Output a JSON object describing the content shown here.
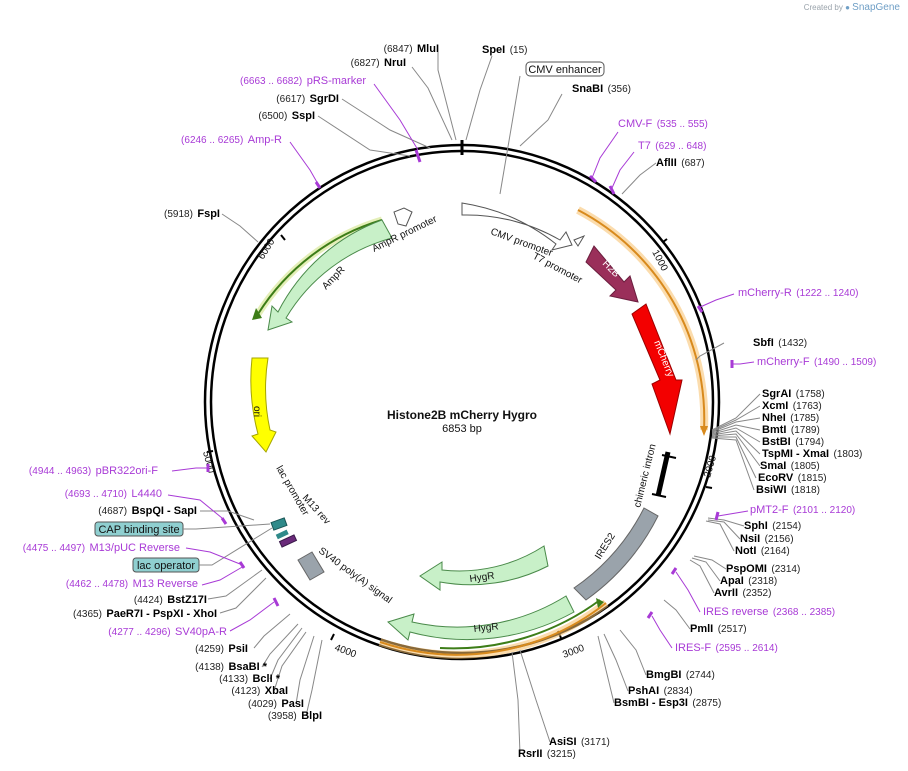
{
  "credit": {
    "text": "Created by",
    "brand": "SnapGene"
  },
  "plasmid": {
    "name": "Histone2B mCherry Hygro",
    "length_label": "6853 bp"
  },
  "ticks": [
    "1000",
    "2000",
    "3000",
    "4000",
    "5000",
    "6000"
  ],
  "features": {
    "cmv_promoter": "CMV promoter",
    "t7_promoter": "T7 promoter",
    "h2b": "H2B",
    "mcherry": "mCherry",
    "chimeric_intron": "chimeric intron",
    "ires2": "IRES2",
    "hygr_a": "HygR",
    "hygr_b": "HygR",
    "sv40": "SV40 poly(A) signal",
    "m13rev": "M13 rev",
    "lac_promoter": "lac promoter",
    "ori": "ori",
    "ampr": "AmpR",
    "ampr_promoter": "AmpR promoter"
  },
  "boxed_labels": {
    "cmv_enhancer": "CMV enhancer",
    "cap_site": "CAP binding site",
    "lac_operator": "lac operator"
  },
  "enzymes": {
    "mlui": {
      "num": "(6847)",
      "name": "MluI"
    },
    "nrui": {
      "num": "(6827)",
      "name": "NruI"
    },
    "spei": {
      "num": "(15)",
      "name": "SpeI"
    },
    "snabi": {
      "num": "(356)",
      "name": "SnaBI"
    },
    "sgrdi": {
      "num": "(6617)",
      "name": "SgrDI"
    },
    "sspi": {
      "num": "(6500)",
      "name": "SspI"
    },
    "aflii": {
      "num": "(687)",
      "name": "AflII"
    },
    "fspi": {
      "num": "(5918)",
      "name": "FspI"
    },
    "sbfi": {
      "num": "(1432)",
      "name": "SbfI"
    },
    "sgrai": {
      "num": "(1758)",
      "name": "SgrAI"
    },
    "xcmi": {
      "num": "(1763)",
      "name": "XcmI"
    },
    "nhei": {
      "num": "(1785)",
      "name": "NheI"
    },
    "bmti": {
      "num": "(1789)",
      "name": "BmtI"
    },
    "bstbi": {
      "num": "(1794)",
      "name": "BstBI"
    },
    "tspmi": {
      "num": "(1803)",
      "name": "TspMI  -  XmaI"
    },
    "smai": {
      "num": "(1805)",
      "name": "SmaI"
    },
    "ecorv": {
      "num": "(1815)",
      "name": "EcoRV"
    },
    "bsiwi": {
      "num": "(1818)",
      "name": "BsiWI"
    },
    "sphi": {
      "num": "(2154)",
      "name": "SphI"
    },
    "nsii": {
      "num": "(2156)",
      "name": "NsiI"
    },
    "noti": {
      "num": "(2164)",
      "name": "NotI"
    },
    "pspomi": {
      "num": "(2314)",
      "name": "PspOMI"
    },
    "apai": {
      "num": "(2318)",
      "name": "ApaI"
    },
    "avrii": {
      "num": "(2352)",
      "name": "AvrII"
    },
    "pmli": {
      "num": "(2517)",
      "name": "PmlI"
    },
    "bmgbi": {
      "num": "(2744)",
      "name": "BmgBI"
    },
    "pshai": {
      "num": "(2834)",
      "name": "PshAI"
    },
    "bsmbi": {
      "num": "(2875)",
      "name": "BsmBI  -  Esp3I"
    },
    "asisi": {
      "num": "(3171)",
      "name": "AsiSI"
    },
    "rsrii": {
      "num": "(3215)",
      "name": "RsrII"
    },
    "bspqi": {
      "num": "(4687)",
      "name": "BspQI  -  SapI"
    },
    "bstz17i": {
      "num": "(4424)",
      "name": "BstZ17I"
    },
    "paer7i": {
      "num": "(4365)",
      "name": "PaeR7I  -  PspXI  -  XhoI"
    },
    "psii": {
      "num": "(4259)",
      "name": "PsiI"
    },
    "bsabi": {
      "num": "(4138)",
      "name": "BsaBI *"
    },
    "bcli": {
      "num": "(4133)",
      "name": "BclI *"
    },
    "xbai": {
      "num": "(4123)",
      "name": "XbaI"
    },
    "pasi": {
      "num": "(4029)",
      "name": "PasI"
    },
    "blpi": {
      "num": "(3958)",
      "name": "BlpI"
    }
  },
  "primers": {
    "prs": {
      "range": "(6663 .. 6682)",
      "name": "pRS-marker"
    },
    "ampr": {
      "range": "(6246 .. 6265)",
      "name": "Amp-R"
    },
    "cmvf": {
      "range": "(535 .. 555)",
      "name": "CMV-F"
    },
    "t7": {
      "range": "(629 .. 648)",
      "name": "T7"
    },
    "mcherryr": {
      "range": "(1222 .. 1240)",
      "name": "mCherry-R"
    },
    "mcherryf": {
      "range": "(1490 .. 1509)",
      "name": "mCherry-F"
    },
    "pmt2f": {
      "range": "(2101 .. 2120)",
      "name": "pMT2-F"
    },
    "iresrev": {
      "range": "(2368 .. 2385)",
      "name": "IRES reverse"
    },
    "iresf": {
      "range": "(2595 .. 2614)",
      "name": "IRES-F"
    },
    "pbr322": {
      "range": "(4944 .. 4963)",
      "name": "pBR322ori-F"
    },
    "l4440": {
      "range": "(4693 .. 4710)",
      "name": "L4440"
    },
    "m13puc": {
      "range": "(4475 .. 4497)",
      "name": "M13/pUC Reverse"
    },
    "m13r": {
      "range": "(4462 .. 4478)",
      "name": "M13 Reverse"
    },
    "sv40pa": {
      "range": "(4277 .. 4296)",
      "name": "SV40pA-R"
    }
  }
}
